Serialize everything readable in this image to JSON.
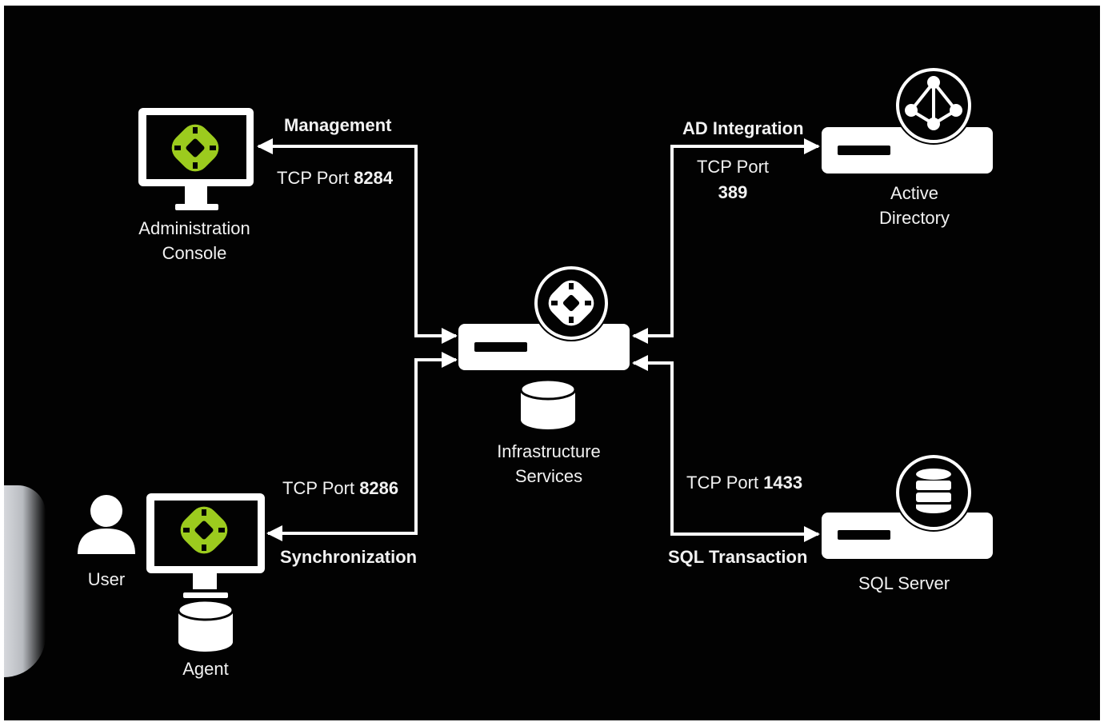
{
  "colors": {
    "background": "#020202",
    "foreground": "#ffffff",
    "accent": "#9ccb1e"
  },
  "nodes": {
    "admin_console": {
      "label_line1": "Administration",
      "label_line2": "Console",
      "icon": "monitor-with-logo-icon"
    },
    "user_agent": {
      "user_label": "User",
      "agent_label": "Agent",
      "icon": "monitor-with-logo-icon"
    },
    "infrastructure": {
      "label_line1": "Infrastructure",
      "label_line2": "Services",
      "icon": "server-with-logo-icon"
    },
    "active_directory": {
      "label_line1": "Active",
      "label_line2": "Directory",
      "icon": "server-with-network-icon"
    },
    "sql_server": {
      "label": "SQL Server",
      "icon": "server-with-database-icon"
    }
  },
  "connections": {
    "management": {
      "title": "Management",
      "port_prefix": "TCP Port ",
      "port": "8284"
    },
    "synchronization": {
      "title": "Synchronization",
      "port_prefix": "TCP Port ",
      "port": "8286"
    },
    "ad_integration": {
      "title": "AD Integration",
      "port_prefix": "TCP Port",
      "port": "389"
    },
    "sql_transaction": {
      "title": "SQL Transaction",
      "port_prefix": "TCP Port ",
      "port": "1433"
    }
  }
}
